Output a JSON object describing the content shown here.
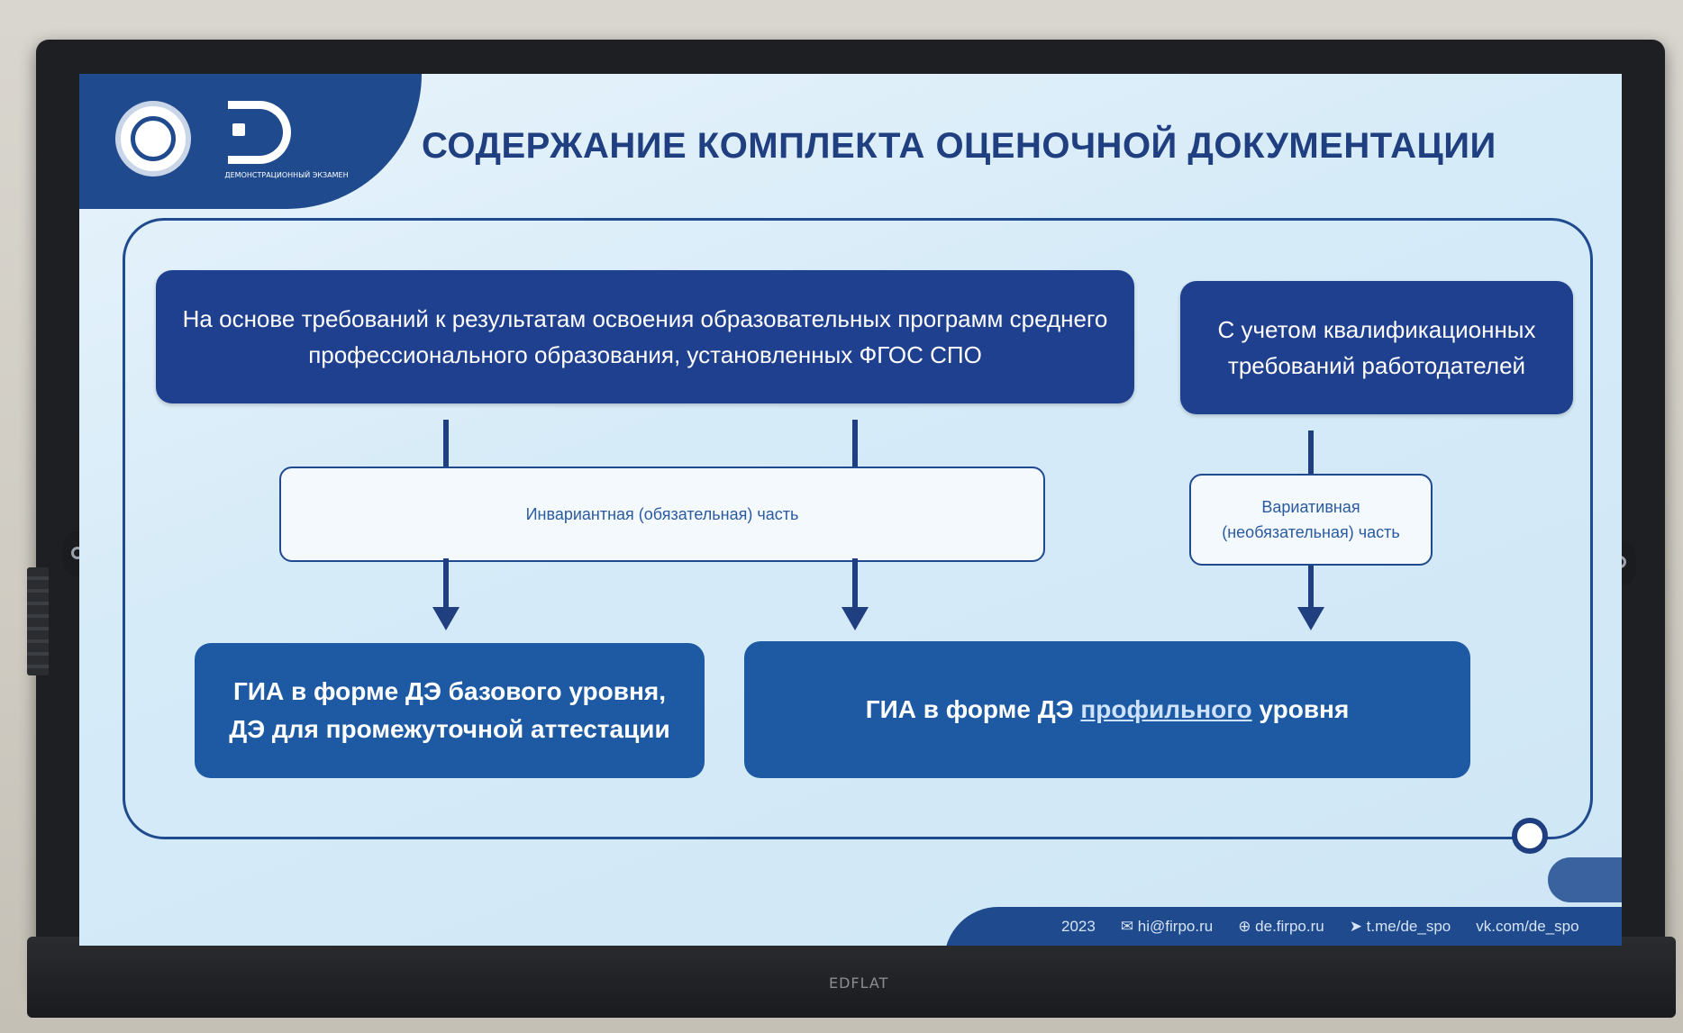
{
  "tv": {
    "brand": "EDFLAT"
  },
  "slide": {
    "title": "СОДЕРЖАНИЕ КОМПЛЕКТА ОЦЕНОЧНОЙ ДОКУМЕНТАЦИИ",
    "logo_caption": "ДЕМОНСТРАЦИОННЫЙ ЭКЗАМЕН",
    "box_requirements": "На основе требований к результатам освоения образовательных программ среднего профессионального образования, установленных ФГОС СПО",
    "box_employer": "С учетом квалификационных требований работодателей",
    "box_invariant": "Инвариантная (обязательная) часть",
    "box_variative": "Вариативная (необязательная) часть",
    "box_gia_basic": "ГИА в форме ДЭ базового уровня, ДЭ для промежуточной аттестации",
    "box_gia_profile_prefix": "ГИА в форме ДЭ ",
    "box_gia_profile_link": "профильного",
    "box_gia_profile_suffix": " уровня",
    "footer": {
      "year": "2023",
      "mail": "✉ hi@firpo.ru",
      "site": "⊕ de.firpo.ru",
      "telegram": "➤ t.me/de_spo",
      "vk": "vk.com/de_spo"
    }
  },
  "colors": {
    "dark_blue": "#1f3f8f",
    "mid_blue": "#1d5aa3",
    "background": "#d6ebf8"
  }
}
